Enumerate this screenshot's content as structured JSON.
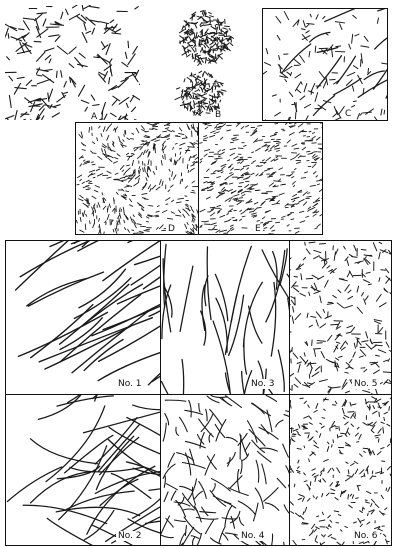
{
  "figure": {
    "top_panels": [
      {
        "id": "A",
        "label": "A",
        "style": "short-scattered"
      },
      {
        "id": "B",
        "label": "B",
        "style": "clusters"
      },
      {
        "id": "C",
        "label": "C",
        "style": "mixed-oriented"
      },
      {
        "id": "D",
        "label": "D",
        "style": "dense-curved"
      },
      {
        "id": "E",
        "label": "E",
        "style": "dense-diagonal-bands"
      }
    ],
    "grid_panels": [
      {
        "id": "no1",
        "label": "No. 1",
        "style": "long-diagonal"
      },
      {
        "id": "no3",
        "label": "No. 3",
        "style": "long-vertical"
      },
      {
        "id": "no5",
        "label": "No. 5",
        "style": "short-dense"
      },
      {
        "id": "no2",
        "label": "No. 2",
        "style": "long-wavy"
      },
      {
        "id": "no4",
        "label": "No. 4",
        "style": "medium-mixed"
      },
      {
        "id": "no6",
        "label": "No. 6",
        "style": "very-short-dense"
      }
    ],
    "ink_color": "#1a1a1a"
  }
}
